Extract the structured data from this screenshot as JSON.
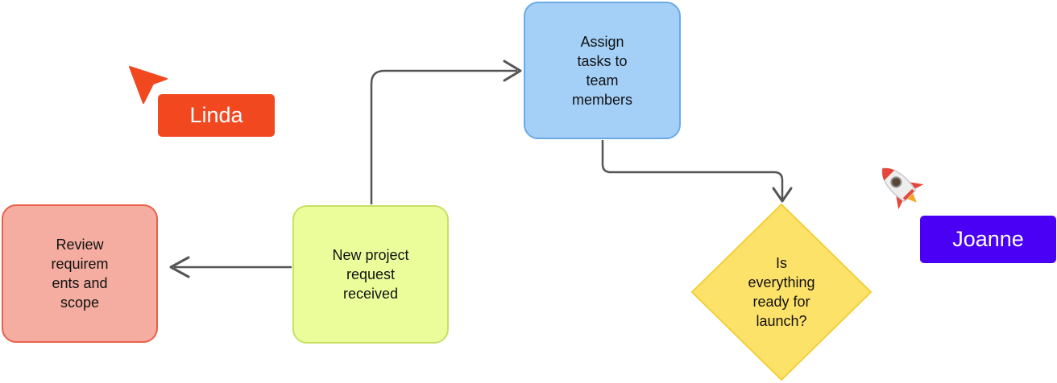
{
  "nodes": {
    "review": "Review\nrequirem\nents and\nscope",
    "new_request": "New project\nrequest\nreceived",
    "assign": "Assign\ntasks to\nteam\nmembers",
    "decision": "Is\neverything\nready for\nlaunch?"
  },
  "collaborators": {
    "linda": {
      "name": "Linda",
      "color": "#f2481f",
      "icon": "pointer-arrow-icon"
    },
    "joanne": {
      "name": "Joanne",
      "color": "#4a00f5",
      "icon": "rocket-icon"
    }
  },
  "colors": {
    "connector": "#555555",
    "review_fill": "#f4ada0",
    "new_request_fill": "#ebfd9b",
    "assign_fill": "#a4d0f8",
    "decision_fill": "#fde26a"
  }
}
